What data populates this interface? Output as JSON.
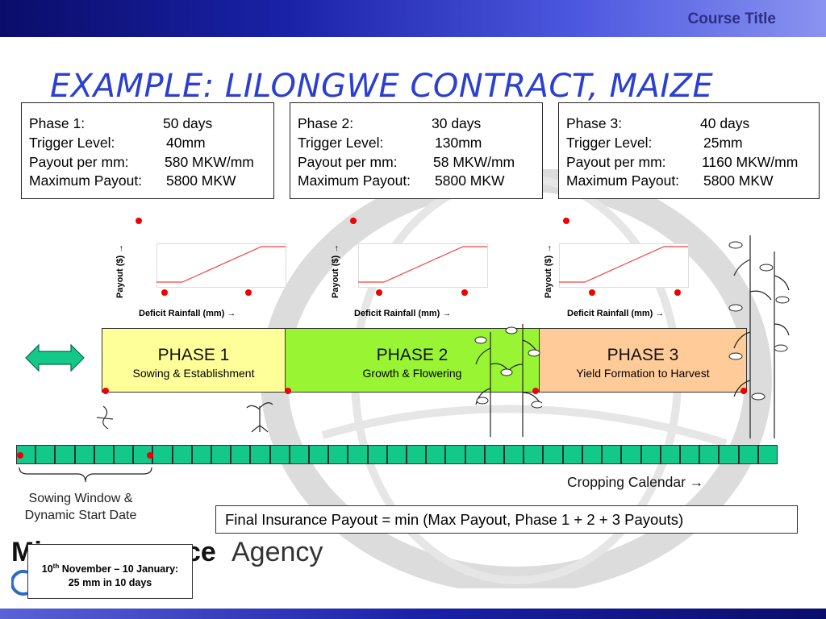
{
  "header": {
    "course_title": "Course Title"
  },
  "slide": {
    "title": "EXAMPLE: LILONGWE CONTRACT, MAIZE"
  },
  "phases": [
    {
      "name": "Phase 1:",
      "days": "50 days",
      "trigger_label": "Trigger Level:",
      "trigger": "40mm",
      "payout_label": "Payout per mm:",
      "payout": "580 MKW/mm",
      "max_label": "Maximum Payout:",
      "max": "5800 MKW",
      "bar_title": "PHASE 1",
      "bar_subtitle": "Sowing & Establishment",
      "bar_color": "#ffff99"
    },
    {
      "name": "Phase 2:",
      "days": "30 days",
      "trigger_label": "Trigger Level:",
      "trigger": "130mm",
      "payout_label": "Payout per mm:",
      "payout": "58 MKW/mm",
      "max_label": "Maximum Payout:",
      "max": "5800 MKW",
      "bar_title": "PHASE 2",
      "bar_subtitle": "Growth & Flowering",
      "bar_color": "#99f533"
    },
    {
      "name": "Phase 3:",
      "days": "40 days",
      "trigger_label": "Trigger Level:",
      "trigger": "25mm",
      "payout_label": "Payout per mm:",
      "payout": "1160 MKW/mm",
      "max_label": "Maximum Payout:",
      "max": "5800 MKW",
      "bar_title": "PHASE 3",
      "bar_subtitle": "Yield Formation to Harvest",
      "bar_color": "#ffcc99"
    }
  ],
  "mini_chart": {
    "ylabel": "Payout ($) →",
    "xlabel": "Deficit Rainfall (mm) →"
  },
  "calendar": {
    "cells": 39,
    "cell_color": "#12c98a",
    "label": "Cropping Calendar →"
  },
  "sowing": {
    "label_line1": "Sowing Window &",
    "label_line2": "Dynamic Start Date"
  },
  "formula": "Final Insurance Payout = min (Max Payout, Phase 1 + 2 + 3 Payouts)",
  "logo": {
    "bold_part": "Mi",
    "bold_end": "ce",
    "word": "Agency"
  },
  "sowing_window": {
    "line1_prefix": "10",
    "line1_sup": "th",
    "line1_rest": " November – 10 January:",
    "line2": "25 mm in 10 days"
  },
  "colors": {
    "accent": "#2b3fd2",
    "arrow": "#12c98a",
    "dot": "#e00000"
  }
}
